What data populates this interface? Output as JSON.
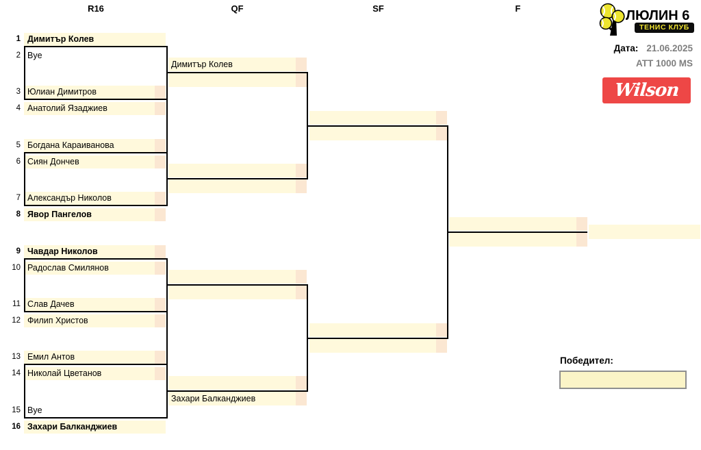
{
  "columns": [
    "R16",
    "QF",
    "SF",
    "F"
  ],
  "club": {
    "name": "ЛЮЛИН 6",
    "subtitle": "ТЕНИС КЛУБ"
  },
  "meta": {
    "date_label": "Дата:",
    "date": "21.06.2025",
    "category": "ATT 1000 MS"
  },
  "sponsor": {
    "name": "Wilson"
  },
  "r16": [
    {
      "seed": "1",
      "name": "Димитър Колев",
      "bold": true,
      "bye": false,
      "score_cell": false
    },
    {
      "seed": "2",
      "name": "Bye",
      "bold": false,
      "bye": true,
      "score_cell": false
    },
    {
      "seed": "3",
      "name": "Юлиан Димитров",
      "bold": false,
      "bye": false,
      "score_cell": true
    },
    {
      "seed": "4",
      "name": "Анатолий Язаджиев",
      "bold": false,
      "bye": false,
      "score_cell": true
    },
    {
      "seed": "5",
      "name": "Богдана Караиванова",
      "bold": false,
      "bye": false,
      "score_cell": true
    },
    {
      "seed": "6",
      "name": "Сиян Дончев",
      "bold": false,
      "bye": false,
      "score_cell": true
    },
    {
      "seed": "7",
      "name": "Александър Николов",
      "bold": false,
      "bye": false,
      "score_cell": true
    },
    {
      "seed": "8",
      "name": "Явор Пангелов",
      "bold": true,
      "bye": false,
      "score_cell": true
    },
    {
      "seed": "9",
      "name": "Чавдар Николов",
      "bold": true,
      "bye": false,
      "score_cell": true
    },
    {
      "seed": "10",
      "name": "Радослав Смилянов",
      "bold": false,
      "bye": false,
      "score_cell": true
    },
    {
      "seed": "11",
      "name": "Слав Дачев",
      "bold": false,
      "bye": false,
      "score_cell": true
    },
    {
      "seed": "12",
      "name": "Филип Христов",
      "bold": false,
      "bye": false,
      "score_cell": true
    },
    {
      "seed": "13",
      "name": "Емил Антов",
      "bold": false,
      "bye": false,
      "score_cell": true
    },
    {
      "seed": "14",
      "name": "Николай Цветанов",
      "bold": false,
      "bye": false,
      "score_cell": true
    },
    {
      "seed": "15",
      "name": "Bye",
      "bold": false,
      "bye": true,
      "score_cell": false
    },
    {
      "seed": "16",
      "name": "Захари Балканджиев",
      "bold": true,
      "bye": false,
      "score_cell": false
    }
  ],
  "qf": [
    "Димитър Колев",
    "",
    "",
    "",
    "",
    "",
    "",
    "Захари Балканджиев"
  ],
  "sf": [
    "",
    "",
    "",
    ""
  ],
  "final": [
    "",
    ""
  ],
  "champion": "",
  "winner": {
    "label": "Победител:",
    "value": ""
  },
  "colors": {
    "row_fill": "#FFF9DC",
    "score_fill": "#FBE7D2",
    "sponsor_red": "#EE4746",
    "logo_yellow": "#EDE52F",
    "badge_text": "#F0E32F",
    "muted_text": "#7F7F7F",
    "line": "#000000"
  }
}
